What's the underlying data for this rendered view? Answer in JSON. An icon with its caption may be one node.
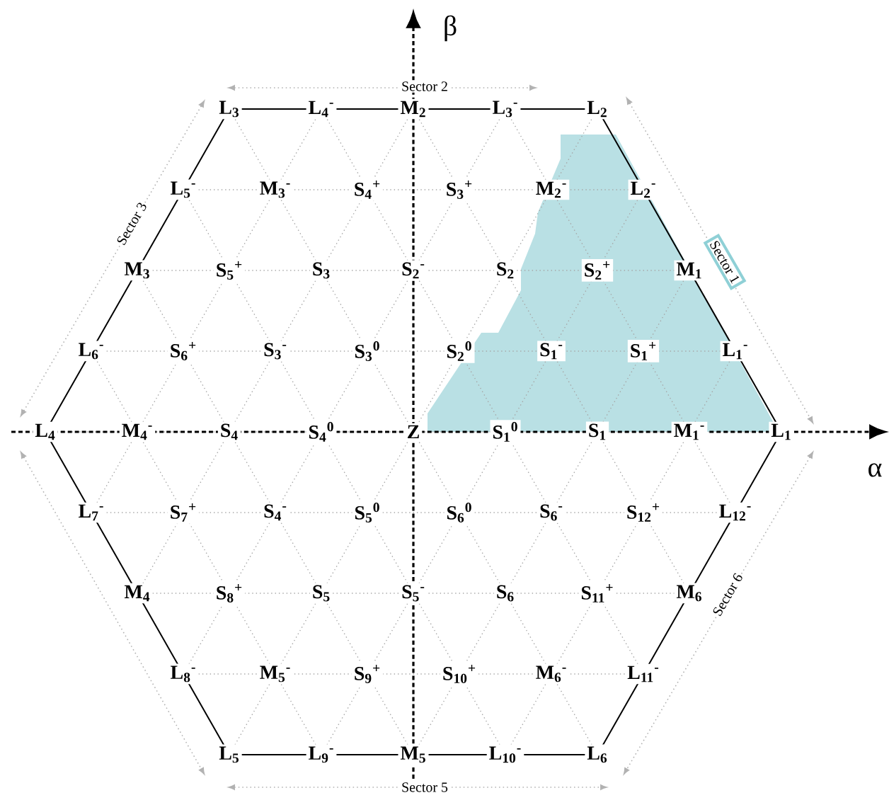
{
  "diagram": {
    "nodes": [
      {
        "text": [
          "Sector 1"
        ]
      }
    ],
    "labels": [
      "β",
      "Sector 2",
      "L$_{3}$",
      "L$_{4}$$^{-}$",
      "M$_{2}$",
      "L$_{3}$$^{-}$",
      "L$_{2}$",
      "L$_{5}$$^{-}$",
      "M$_{3}$$^{-}$",
      "S$_{4}$$^{+}$",
      "S$_{3}$$^{+}$",
      "M$_{2}$$^{-}$",
      "L$_{2}$$^{-}$",
      "Sector 3",
      "M$_{3}$",
      "S$_{5}$$^{+}$",
      "S$_{3}$",
      "S$_{2}$$^{-}$",
      "S$_{2}$",
      "S$_{2}$$^{+}$",
      "M$_{1}$",
      "L$_{6}$$^{-}$",
      "S$_{6}$$^{+}$",
      "S$_{3}$$^{-}$",
      "S$_{3}$$^{0}$",
      "S$_{2}$$^{0}$",
      "S$_{1}$$^{-}$",
      "S$_{1}$$^{+}$",
      "L$_{1}$$^{-}$",
      "L$_{4}$",
      "M$_{4}$$^{-}$",
      "S$_{4}$",
      "S$_{4}$$^{0}$",
      "Z",
      "S$_{1}$$^{0}$",
      "S$_{1}$",
      "M$_{1}$$^{-}$",
      "L$_{1}$",
      "α",
      "L$_{7}$$^{-}$",
      "S$_{7}$$^{+}$",
      "S$_{4}$$^{-}$",
      "S$_{5}$$^{0}$",
      "S$_{6}$$^{0}$",
      "S$_{6}$$^{-}$",
      "S$_{12}$$^{+}$",
      "L$_{12}$$^{-}$",
      "M$_{4}$",
      "S$_{8}$$^{+}$",
      "S$_{5}$",
      "S$_{5}$$^{-}$",
      "S$_{6}$",
      "S$_{11}$$^{+}$",
      "M$_{6}$",
      "Sector 6",
      "L$_{8}$$^{-}$",
      "M$_{5}$$^{-}$",
      "S$_{9}$$^{+}$",
      "S$_{10}$$^{+}$",
      "M$_{6}$$^{-}$",
      "L$_{11}$$^{-}$",
      "L$_{5}$",
      "L$_{9}$$^{-}$",
      "M$_{5}$",
      "L$_{10}$$^{-}$",
      "L$_{6}$",
      "Sector 5"
    ]
  }
}
